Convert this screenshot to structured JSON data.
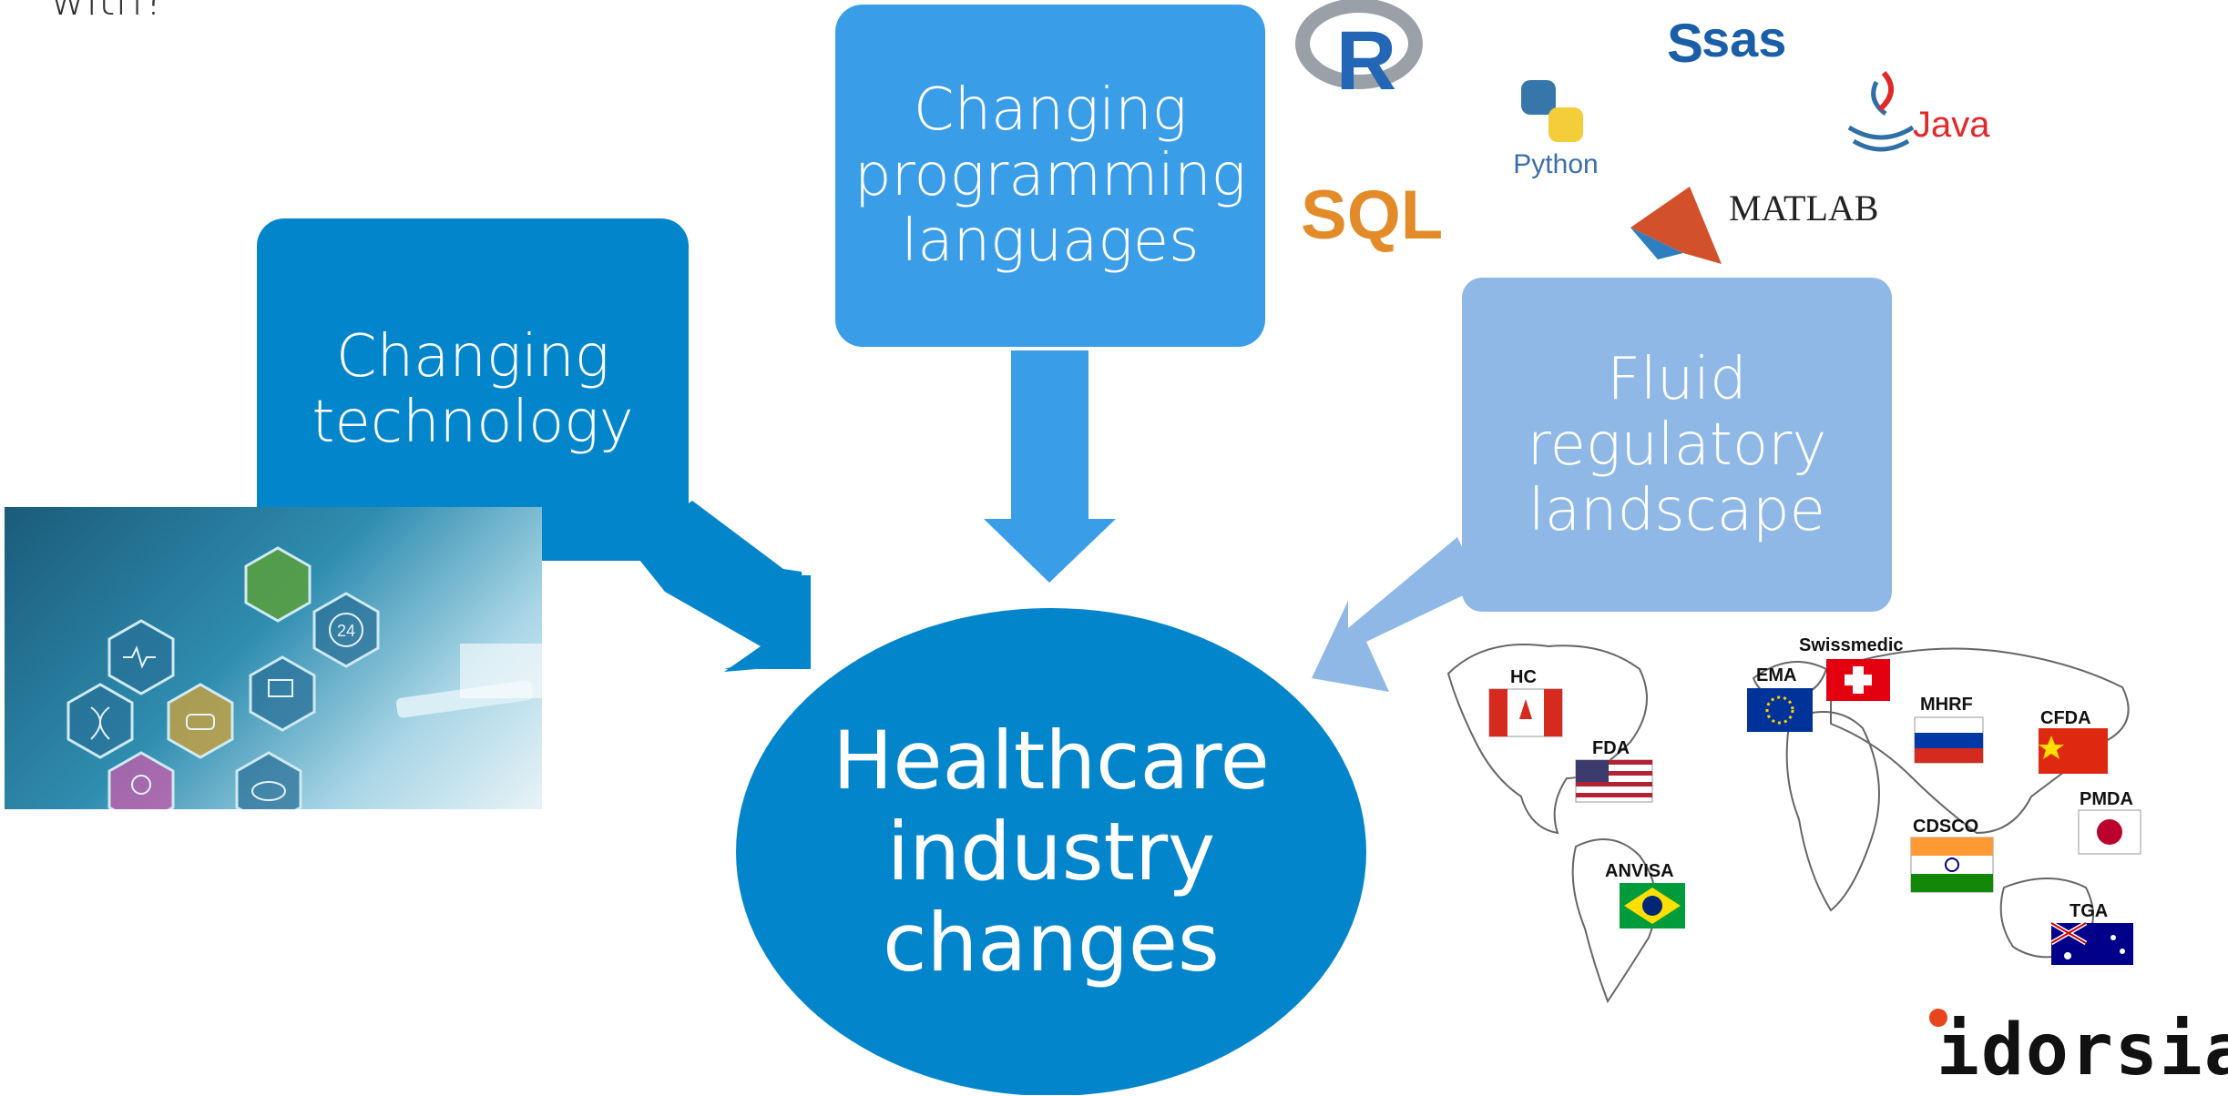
{
  "slide": {
    "partial_top_text": "with?",
    "boxes": {
      "technology": "Changing\ntechnology",
      "programming": "Changing\nprogramming\nlanguages",
      "regulatory": "Fluid\nregulatory\nlandscape"
    },
    "center": "Healthcare\nindustry\nchanges"
  },
  "languages": {
    "r": "R",
    "sas": "sas",
    "python": "Python",
    "java": "Java",
    "sql": "SQL",
    "matlab": "MATLAB"
  },
  "regulators": {
    "hc": "HC",
    "fda": "FDA",
    "ema": "EMA",
    "swissmedic": "Swissmedic",
    "mhrf": "MHRF",
    "cfda": "CFDA",
    "pmda": "PMDA",
    "cdsco": "CDSCO",
    "anvisa": "ANVISA",
    "tga": "TGA"
  },
  "brand": {
    "logo": "idorsia"
  },
  "tech_icons": {
    "hour24": "24"
  },
  "colors": {
    "dark_blue": "#0385CC",
    "mid_blue": "#3A9DE8",
    "light_blue": "#8FB8E6",
    "logo_dot": "#E8451E"
  }
}
